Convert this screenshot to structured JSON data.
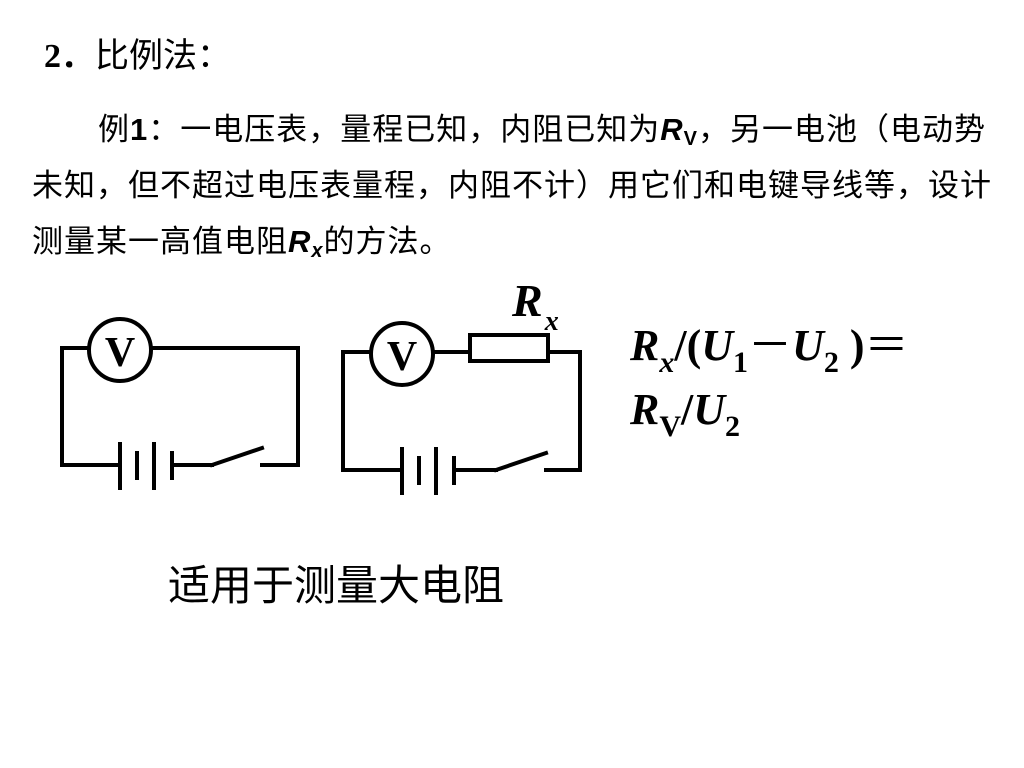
{
  "heading": {
    "number": "2．",
    "title": "比例法："
  },
  "example": {
    "label": "例",
    "label_num": "1",
    "text_1": "：一电压表，量程已知，内阻已知为",
    "rv_symbol": "R",
    "rv_sub": "V",
    "text_2": "，另一电池（电动势未知，但不超过电压表量程，内阻不计）用它们和电键导线等，设计测量某一高值电阻",
    "rx_symbol": "R",
    "rx_sub": "x",
    "text_3": "的方法。"
  },
  "circuit_left": {
    "meter_label": "V"
  },
  "circuit_right": {
    "meter_label": "V",
    "resistor_symbol": "R",
    "resistor_sub": "x"
  },
  "formula": {
    "line1": {
      "r": "R",
      "r_sub": "x",
      "slash_paren": "/(",
      "u1": "U",
      "u1_sub": "1",
      "minus": "－",
      "u2": "U",
      "u2_sub": "2",
      "close": ")",
      "equals": "＝"
    },
    "line2": {
      "r": "R",
      "r_sub": "V",
      "slash": "/",
      "u": "U",
      "u_sub": "2"
    }
  },
  "note": "适用于测量大电阻"
}
